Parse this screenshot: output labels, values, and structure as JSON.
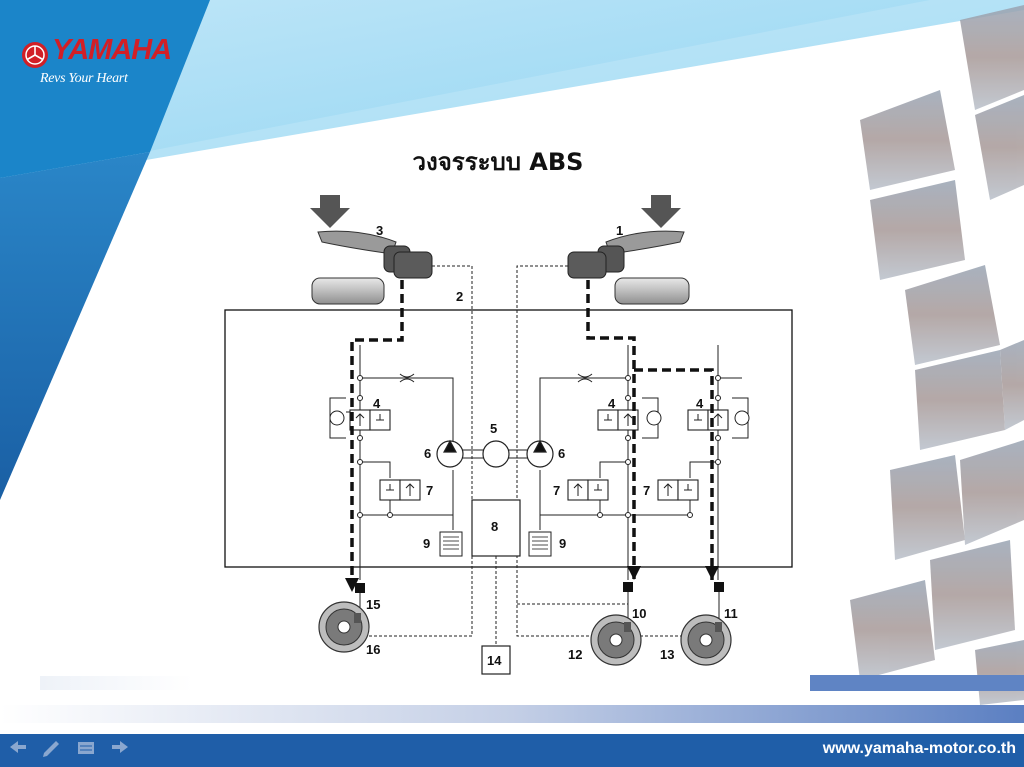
{
  "brand": {
    "name": "YAMAHA",
    "tagline": "Revs Your Heart",
    "logo_icon": "tuning-fork-emblem-icon"
  },
  "slide": {
    "title": "วงจรระบบ ABS"
  },
  "diagram": {
    "callouts": [
      "1",
      "2",
      "3",
      "4",
      "4",
      "4",
      "5",
      "6",
      "6",
      "7",
      "7",
      "7",
      "8",
      "9",
      "9",
      "10",
      "11",
      "12",
      "13",
      "14",
      "15",
      "16"
    ]
  },
  "footer": {
    "url": "www.yamaha-motor.co.th",
    "nav_icons": [
      "back-arrow-icon",
      "pen-icon",
      "menu-icon",
      "forward-arrow-icon"
    ]
  },
  "colors": {
    "brand_red": "#d21f26",
    "band_light_blue": "#87d2f2",
    "band_mid_blue": "#1b6fb5",
    "footer_blue": "#1f5ea8"
  }
}
